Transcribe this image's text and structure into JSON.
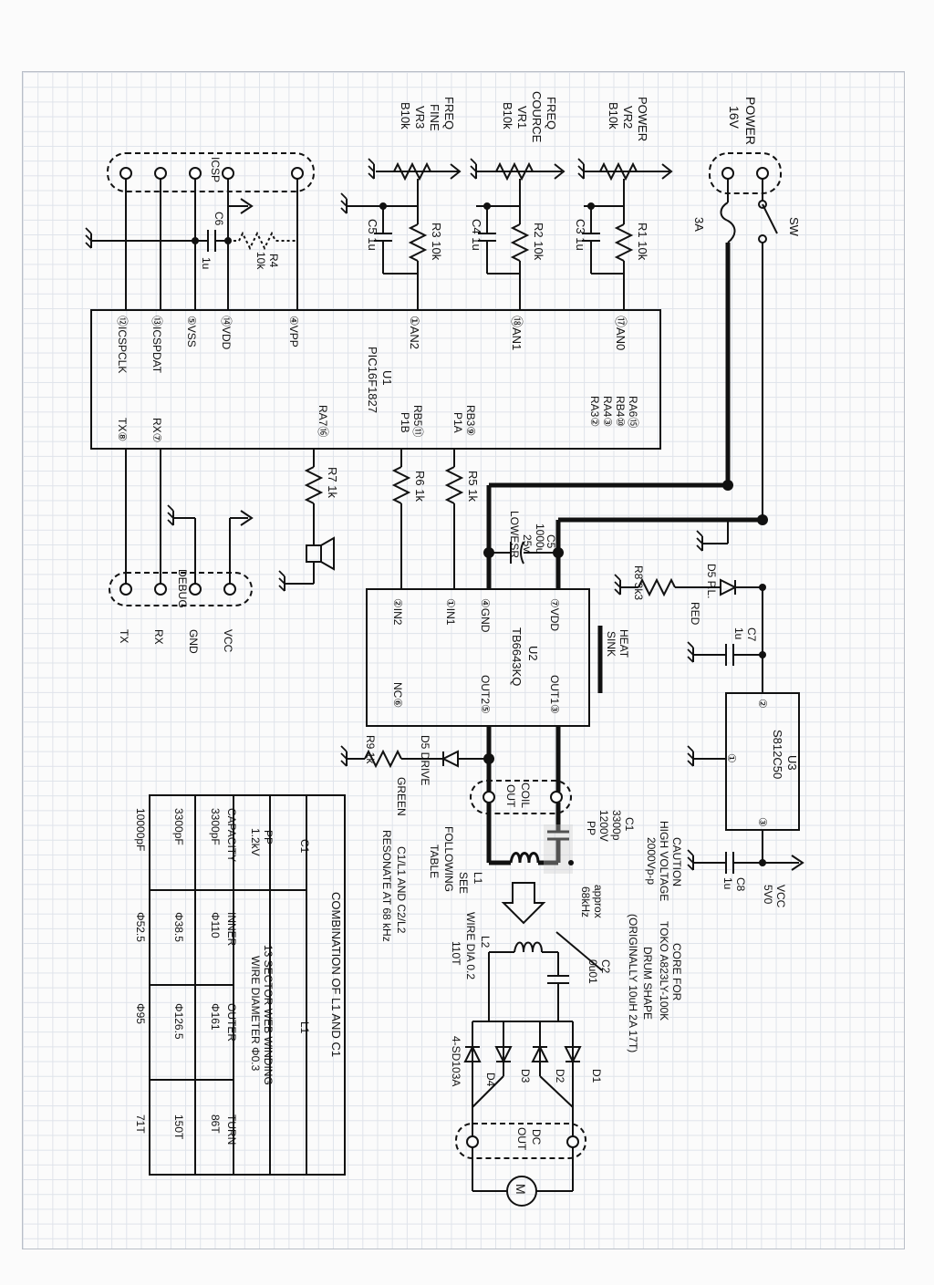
{
  "power": {
    "label1": "POWER",
    "label2": "16V",
    "fuse": "3A",
    "switch": "SW"
  },
  "pots": [
    {
      "label1": "POWER",
      "label2": "VR2",
      "label3": "B10k",
      "res": "R1 10k",
      "cap": "C3 1u",
      "pin": "⑰AN0"
    },
    {
      "label1": "FREQ",
      "label2": "COURCE",
      "label3": "VR1",
      "label4": "B10k",
      "res": "R2 10k",
      "cap": "C4 1u",
      "pin": "⑱AN1"
    },
    {
      "label1": "FREQ",
      "label2": "FINE",
      "label3": "VR3",
      "label4": "B10k",
      "res": "R3 10k",
      "cap": "C5 1u",
      "pin": "①AN2"
    }
  ],
  "icsp": {
    "label": "ICSP",
    "c6": "C6",
    "c6v": "1u",
    "r4": "R4",
    "r4v": "10k"
  },
  "u1": {
    "ref": "U1",
    "part": "PIC16F1827",
    "left_pins": [
      "⑫ICSPCLK",
      "⑬ICSPDAT",
      "⑤VSS",
      "⑭VDD",
      "④VPP"
    ],
    "right_pins": [
      "RA6⑮",
      "RB4⑩",
      "RA4③",
      "RA3②"
    ],
    "bottom_pins": [
      "TX⑧",
      "RX⑦",
      "RA7⑯",
      "RB5⑪",
      "P1B",
      "RB3⑨",
      "P1A"
    ]
  },
  "r7": "R7 1k",
  "r6": "R6 1k",
  "r5": "R5 1k",
  "c5big": {
    "l1": "C5",
    "l2": "1000u",
    "l3": "25v",
    "l4": "LOWESR",
    "plus": "+"
  },
  "debug": {
    "label": "DEBUG",
    "pins": [
      "TX",
      "RX",
      "GND",
      "VCC"
    ]
  },
  "u2": {
    "ref": "U2",
    "part": "TB6643KQ",
    "pins": [
      "②IN2",
      "①IN1",
      "④GND",
      "⑦VDD",
      "NC⑥",
      "OUT2⑤",
      "OUT1③"
    ],
    "heat": [
      "HEAT",
      "SINK"
    ]
  },
  "led_pl": {
    "res": "R8 3k3",
    "led": "D5 P.L.",
    "color": "RED",
    "cap": "C7",
    "capv": "1u"
  },
  "led_drive": {
    "res": "R9 1k",
    "led": "D5 DRIVE",
    "color": "GREEN"
  },
  "u3": {
    "ref": "U3",
    "part": "S812C50",
    "p1": "①",
    "p2": "②",
    "p3": "③",
    "cap": "C8",
    "capv": "1u",
    "vcc": "VCC",
    "vccv": "5V0"
  },
  "coil_out": [
    "COIL",
    "OUT"
  ],
  "c1": [
    "C1",
    "3300p",
    "1200V",
    "PP"
  ],
  "caution": [
    "CAUTION",
    "HIGH VOLTAGE",
    "2000Vp-p"
  ],
  "approx": [
    "approx",
    "68kHz"
  ],
  "core": [
    "CORE FOR",
    "TOKO A823LY-100K",
    "DRUM SHAPE",
    "(ORIGINALLY 10uH 2A 17T)"
  ],
  "l1": [
    "L1",
    "SEE",
    "FOLLOWING",
    "TABLE"
  ],
  "l2": [
    "L2",
    "WIRE DIA 0.2",
    "110T"
  ],
  "c2": [
    "C2",
    "0u01"
  ],
  "diodes": [
    "D1",
    "D2",
    "D3",
    "D4"
  ],
  "diode_part": "4-SD103A",
  "dc_out": [
    "DC",
    "OUT"
  ],
  "motor": "M",
  "resonate": [
    "C1/L1 AND C2/L2",
    "RESONATE AT 68 kHz"
  ],
  "table": {
    "title": "COMBINATION OF L1 AND C1",
    "c1_header": "C1",
    "l1_header": "L1",
    "pp": "PP",
    "voltage": "1.2kV",
    "winding": "13 SECTOR WEB WINDING",
    "wire": "WIRE DIAMETER Φ0.3",
    "cols": [
      "CAPACITY",
      "INNER",
      "OUTER",
      "TURN"
    ],
    "rows": [
      [
        "3300pF",
        "Φ110",
        "Φ161",
        "86T"
      ],
      [
        "3300pF",
        "Φ38.5",
        "Φ126.5",
        "150T"
      ],
      [
        "10000pF",
        "Φ52.5",
        "Φ95",
        "71T"
      ]
    ]
  }
}
